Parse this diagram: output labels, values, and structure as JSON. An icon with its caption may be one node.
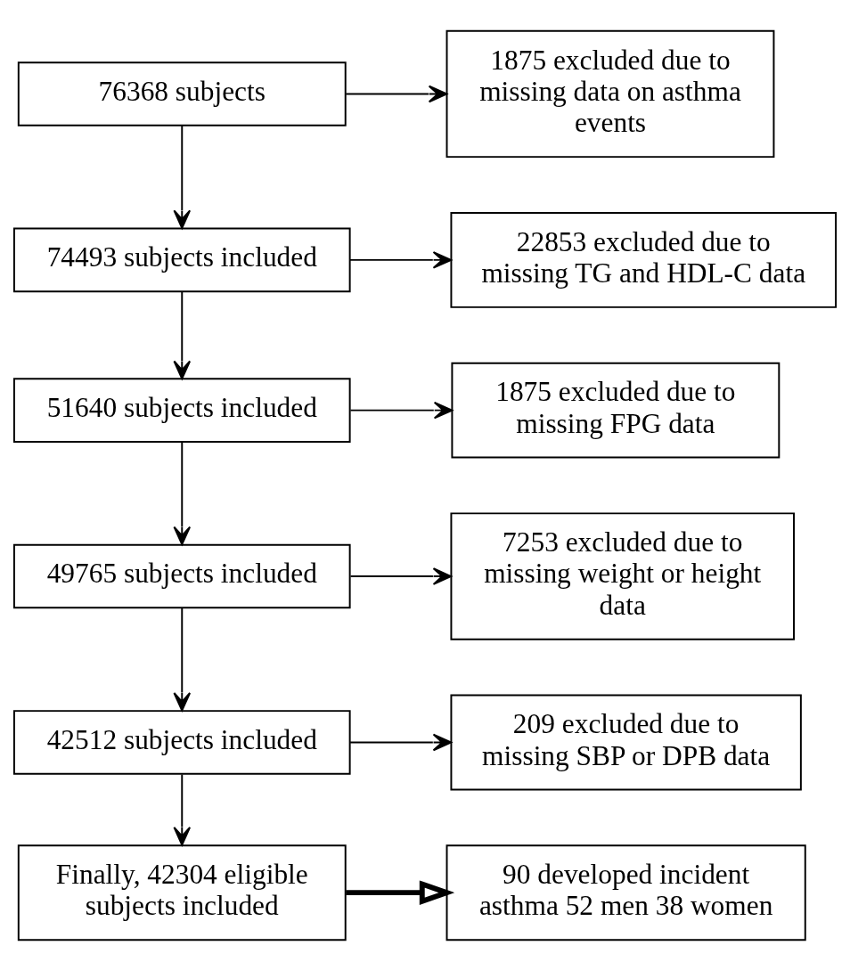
{
  "diagram": {
    "nodes": [
      {
        "text": [
          "76368 subjects"
        ]
      },
      {
        "text": [
          "1875 excluded due to missing data on asthma events"
        ]
      },
      {
        "text": [
          "74493 subjects included"
        ]
      },
      {
        "text": [
          "22853 excluded due to missing TG and HDL-C data"
        ]
      },
      {
        "text": [
          "51640 subjects included"
        ]
      },
      {
        "text": [
          "1875 excluded due to missing FPG data"
        ]
      },
      {
        "text": [
          "49765 subjects included"
        ]
      },
      {
        "text": [
          "7253 excluded due to missing weight or height data"
        ]
      },
      {
        "text": [
          "42512 subjects included"
        ]
      },
      {
        "text": [
          "209 excluded due to missing SBP or DPB data"
        ]
      },
      {
        "text": [
          "Finally, 42304 eligible subjects included"
        ]
      },
      {
        "text": [
          "90 developed incident asthma 52 men 38 women"
        ]
      }
    ],
    "edges": [
      {
        "from": 0,
        "to": 2,
        "arrow": "to"
      },
      {
        "from": 0,
        "to": 1,
        "arrow": "to"
      },
      {
        "from": 2,
        "to": 4,
        "arrow": "to"
      },
      {
        "from": 2,
        "to": 3,
        "arrow": "to"
      },
      {
        "from": 4,
        "to": 6,
        "arrow": "to"
      },
      {
        "from": 4,
        "to": 5,
        "arrow": "to"
      },
      {
        "from": 6,
        "to": 8,
        "arrow": "to"
      },
      {
        "from": 6,
        "to": 7,
        "arrow": "to"
      },
      {
        "from": 8,
        "to": 10,
        "arrow": "to"
      },
      {
        "from": 8,
        "to": 9,
        "arrow": "to"
      },
      {
        "from": 10,
        "to": 11,
        "arrow": "to",
        "style": "thick"
      }
    ]
  }
}
